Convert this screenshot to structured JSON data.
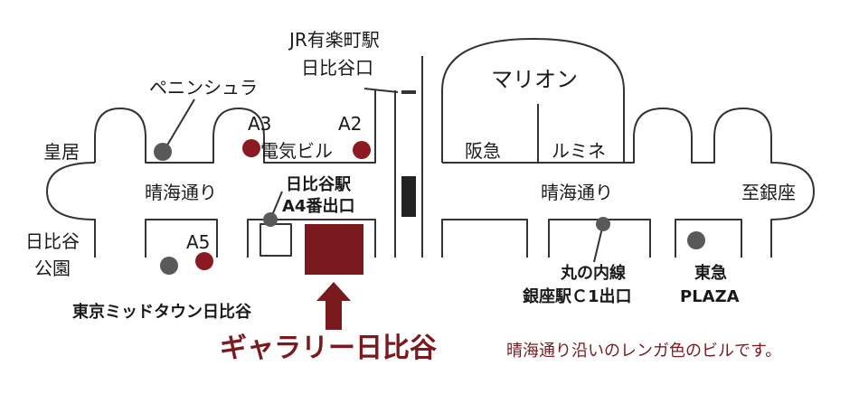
{
  "map": {
    "labels": {
      "jr_station_line1": "JR有楽町駅",
      "jr_station_line2": "日比谷口",
      "peninsula": "ペニンシュラ",
      "marion": "マリオン",
      "kokyo": "皇居",
      "denki_bldg": "電気ビル",
      "hankyu": "阪急",
      "lumine": "ルミネ",
      "harumi_dori_left": "晴海通り",
      "harumi_dori_right": "晴海通り",
      "hibiya_a4_line1": "日比谷駅",
      "hibiya_a4_line2": "A4番出口",
      "to_ginza": "至銀座",
      "hibiya_koen_line1": "日比谷",
      "hibiya_koen_line2": "公園",
      "tokyo_midtown": "東京ミッドタウン日比谷",
      "ginza_c1_line1": "丸の内線",
      "ginza_c1_line2": "銀座駅Ｃ1出口",
      "tokyu_line1": "東急",
      "tokyu_line2": "PLAZA"
    },
    "exits": [
      {
        "label": "A3"
      },
      {
        "label": "A2"
      },
      {
        "label": "A5"
      }
    ],
    "gallery_title": "ギャラリー日比谷",
    "note": "晴海通り沿いのレンガ色のビルです。",
    "colors": {
      "exit_marker": "#8b1a22",
      "landmark_marker": "#595959",
      "gallery_building": "#7b1a1e",
      "line": "#333333"
    }
  }
}
